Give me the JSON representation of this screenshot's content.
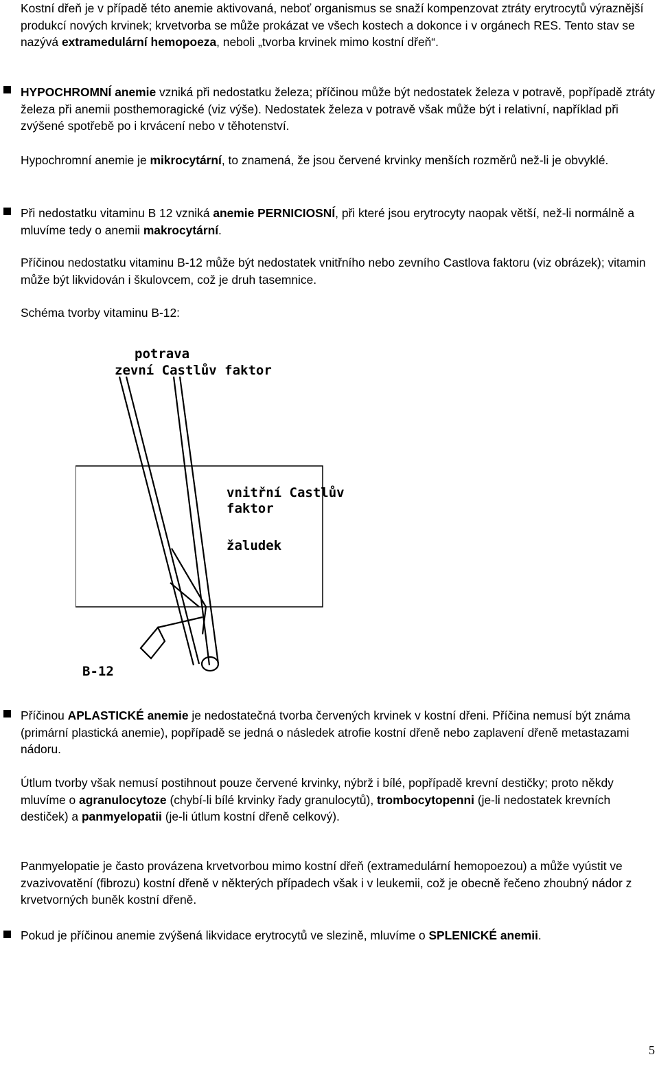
{
  "p1": {
    "a": "Kostní dřeň je v případě této anemie aktivovaná, neboť organismus se snaží kompenzovat ztráty erytrocytů výraznější produkcí nových krvinek; krvetvorba se může prokázat ve všech kostech a dokonce i v orgánech RES. Tento stav se nazývá ",
    "b1": "extramedulární hemopoeza",
    "c": ", neboli „tvorba krvinek mimo kostní dřeň“."
  },
  "p2": {
    "b1": "HYPOCHROMNÍ anemie",
    "a": " vzniká při nedostatku železa; příčinou může být nedostatek železa v potravě, popřípadě ztráty železa při anemii posthemoragické (viz výše). Nedostatek železa v potravě však může být i relativní, například při zvýšené spotřebě po i krvácení nebo v těhotenství."
  },
  "p3": {
    "a": "Hypochromní anemie je ",
    "b1": "mikrocytární",
    "c": ", to znamená, že jsou červené krvinky menších rozměrů než-li je obvyklé."
  },
  "p4": {
    "a": "Při nedostatku vitaminu B 12 vzniká ",
    "b1": "anemie PERNICIOSNÍ",
    "c": ", při které jsou erytrocyty naopak větší, než-li normálně a mluvíme tedy o anemii ",
    "b2": "makrocytární",
    "d": "."
  },
  "p5": {
    "a": "Příčinou nedostatku vitaminu B-12 může být nedostatek vnitřního nebo zevního Castlova faktoru (viz obrázek); vitamin může být likvidován i škulovcem, což je druh tasemnice."
  },
  "p6": {
    "a": "Schéma tvorby vitaminu B-12:"
  },
  "figure": {
    "label_potrava": "potrava",
    "label_zevni": "zevní Castlův faktor",
    "label_vnitrni_1": "vnitřní Castlův",
    "label_vnitrni_2": "faktor",
    "label_zaludek": "žaludek",
    "label_b12": "B-12"
  },
  "p7": {
    "a": "Příčinou ",
    "b1": "APLASTICKÉ anemie",
    "c": " je nedostatečná tvorba červených krvinek v kostní dřeni. Příčina nemusí být známa (primární plastická anemie), popřípadě se jedná o následek atrofie kostní dřeně nebo zaplavení dřeně metastazami nádoru."
  },
  "p8": {
    "a": "Útlum tvorby však nemusí postihnout pouze červené krvinky, nýbrž i bílé, popřípadě krevní destičky; proto někdy mluvíme o ",
    "b1": "agranulocytoze",
    "c": " (chybí-li bílé krvinky řady granulocytů), ",
    "b2": "trombocytopenni",
    "d": " (je-li nedostatek krevních destiček) a ",
    "b3": "panmyelopatii",
    "e": " (je-li útlum kostní dřeně celkový)."
  },
  "p9": {
    "a": "Panmyelopatie je často provázena krvetvorbou mimo kostní dřeň (extramedulární hemopoezou) a může vyústit ve zvazivovatění (fibrozu) kostní dřeně v některých případech však i v leukemii, což je obecně řečeno zhoubný nádor z krvetvorných buněk kostní dřeně."
  },
  "p10": {
    "a": "Pokud je příčinou anemie zvýšená likvidace erytrocytů ve slezině, mluvíme o ",
    "b1": "SPLENICKÉ anemii",
    "c": "."
  },
  "page_number": "5"
}
